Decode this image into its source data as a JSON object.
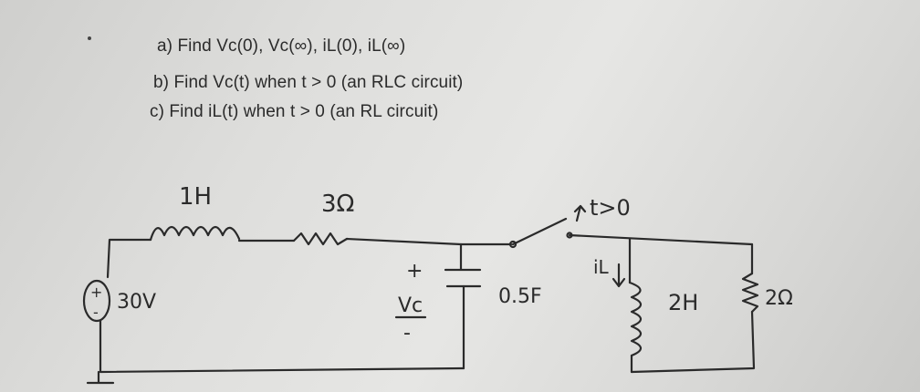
{
  "questions": {
    "a": "a) Find Vc(0), Vc(∞), iL(0), iL(∞)",
    "b": "b) Find Vc(t) when t > 0 (an RLC circuit)",
    "c": "c) Find iL(t) when t > 0 (an RL circuit)"
  },
  "circuit": {
    "inductor1_label": "1H",
    "resistor1_label": "3Ω",
    "switch_label": "t>0",
    "source_label": "30V",
    "source_plus": "+",
    "source_minus": "-",
    "vc_plus": "+",
    "vc_label": "Vc",
    "vc_minus": "-",
    "capacitor_label": "0.5F",
    "il_label": "iL",
    "inductor2_label": "2H",
    "resistor2_label": "2Ω"
  }
}
